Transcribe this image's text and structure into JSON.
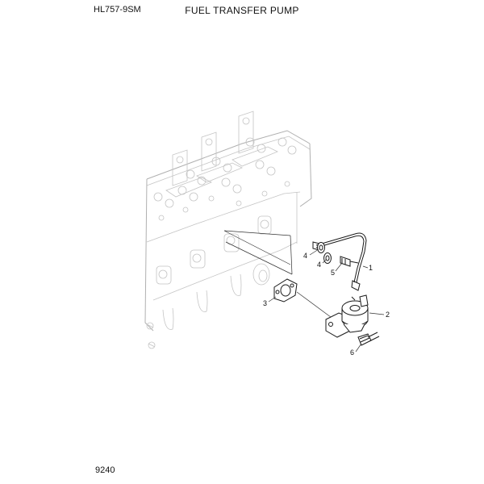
{
  "header": {
    "model": "HL757-9SM",
    "title": "FUEL TRANSFER PUMP"
  },
  "footer": {
    "page_number": "9240"
  },
  "callouts": [
    {
      "id": "c1",
      "label": "1"
    },
    {
      "id": "c2",
      "label": "2"
    },
    {
      "id": "c3",
      "label": "3"
    },
    {
      "id": "c4a",
      "label": "4"
    },
    {
      "id": "c4b",
      "label": "4"
    },
    {
      "id": "c5",
      "label": "5"
    },
    {
      "id": "c6",
      "label": "6"
    }
  ]
}
